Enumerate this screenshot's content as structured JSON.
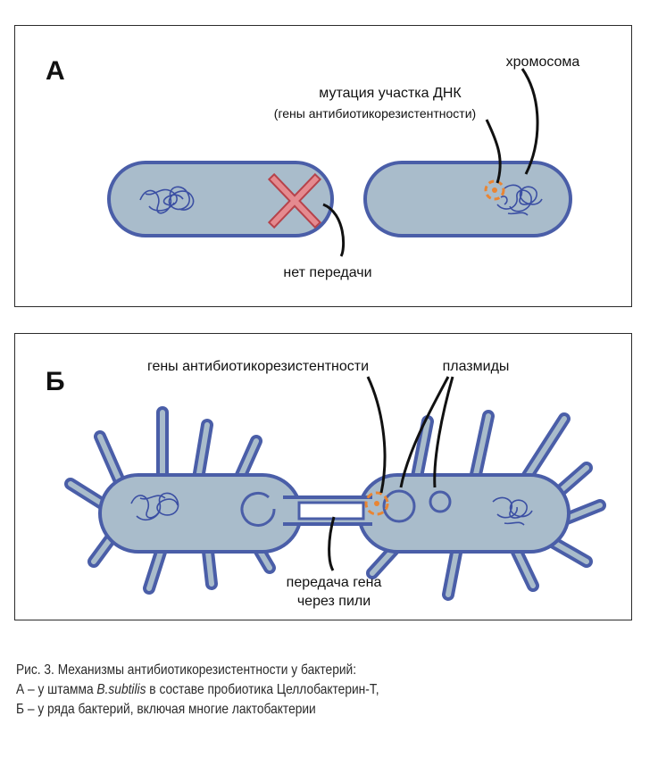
{
  "panel_a": {
    "letter": "А",
    "label_chromosome": "хромосома",
    "label_mutation": "мутация участка ДНК",
    "label_genes_paren": "(гены антибиотикорезистентности)",
    "label_no_transfer": "нет передачи"
  },
  "panel_b": {
    "letter": "Б",
    "label_genes": "гены антибиотикорезистентности",
    "label_plasmids": "плазмиды",
    "label_transfer_line1": "передача гена",
    "label_transfer_line2": "через пили"
  },
  "caption": {
    "line1": "Рис. 3. Механизмы антибиотикорезистентности у бактерий:",
    "line2_prefix": "А – у штамма ",
    "line2_species": "B.subtilis",
    "line2_suffix": " в составе пробиотика Целлобактерин-Т,",
    "line3": "Б – у ряда бактерий, включая многие лактобактерии"
  },
  "colors": {
    "cell_fill": "#a9bccb",
    "cell_outline": "#4a5ea8",
    "dna": "#3b4fa3",
    "cross": "#d56a70",
    "mutation": "#e98533",
    "pili": "#7084bd"
  }
}
